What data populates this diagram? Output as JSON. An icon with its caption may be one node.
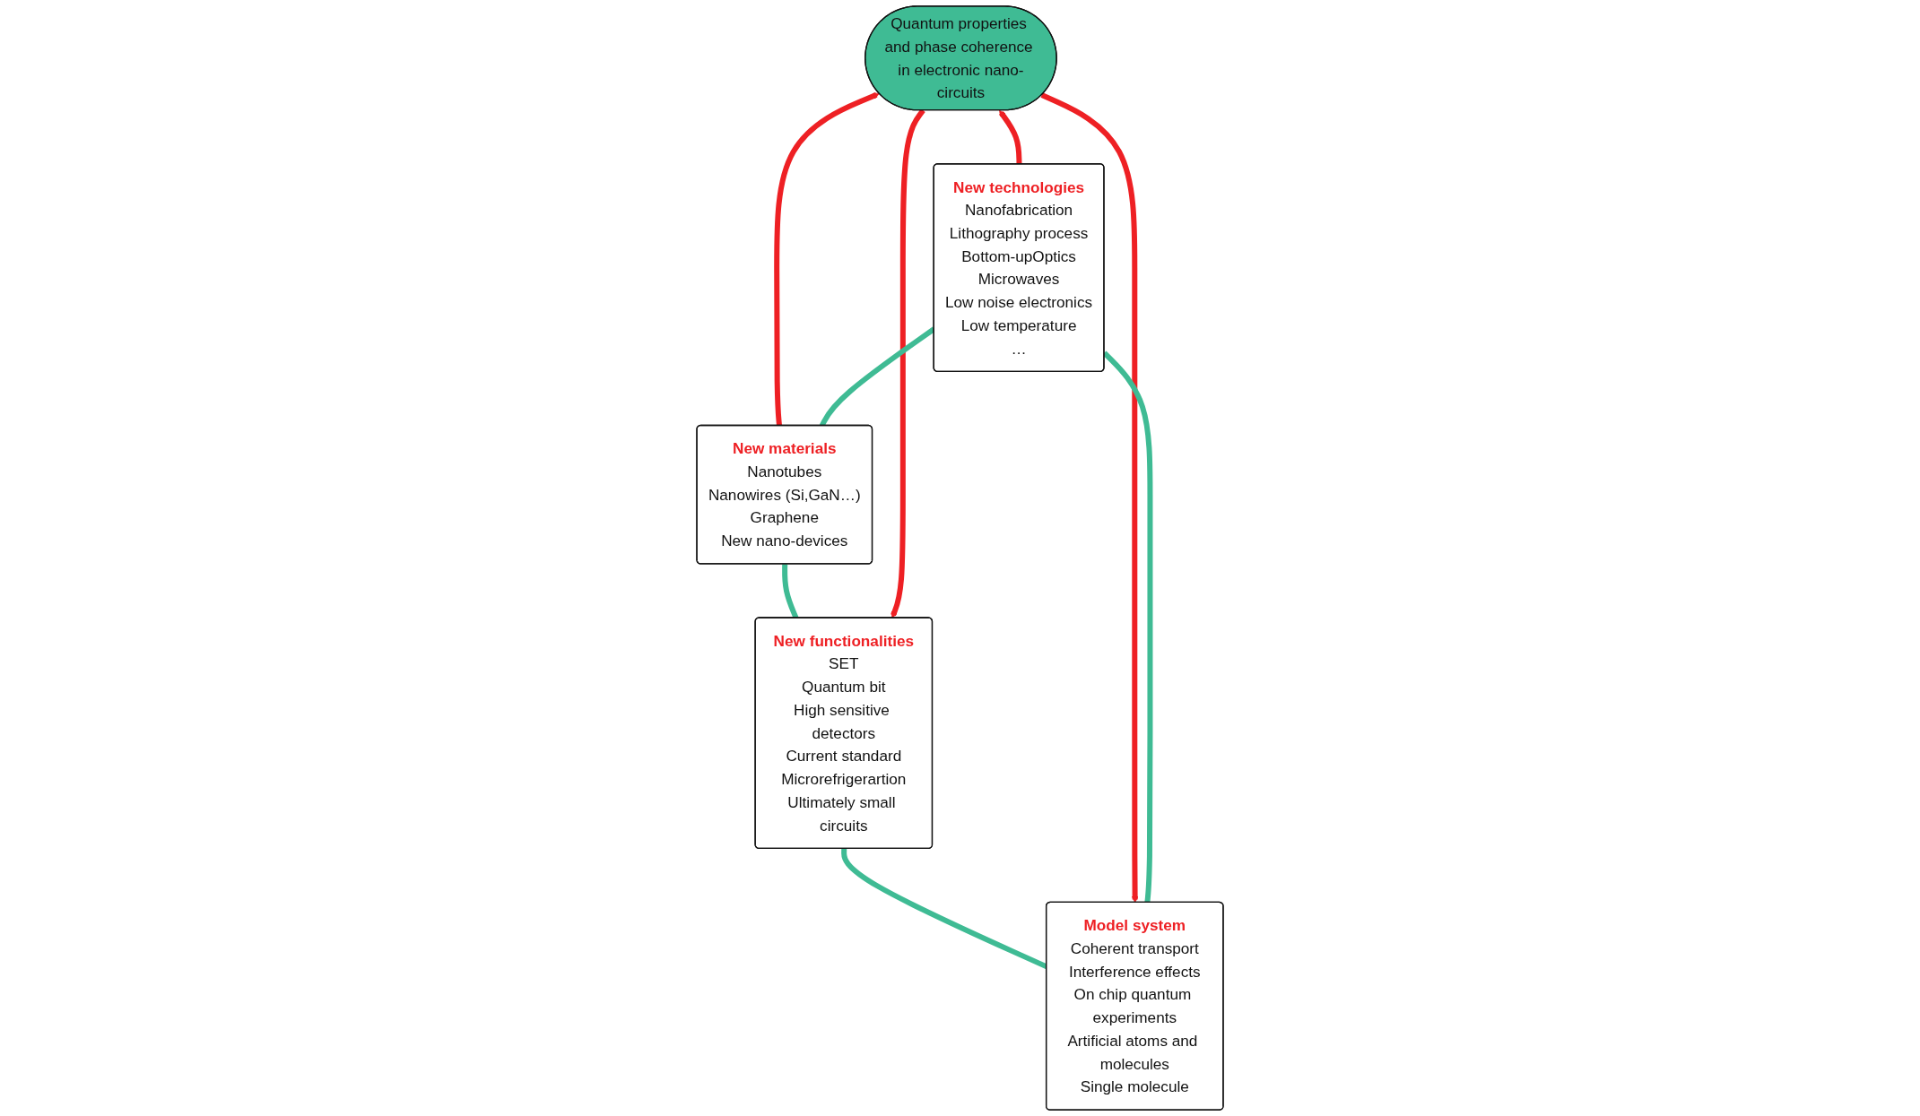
{
  "diagram": {
    "nodes": [
      {
        "text": [
          "Model system",
          "Coherent transport",
          "Interference effects",
          "On chip quantum experiments",
          "Artificial atoms and molecules",
          "Single molecule"
        ]
      },
      {
        "text": [
          "New functionalities",
          "SET",
          "Quantum bit",
          "High sensitive detectors",
          "Current standard",
          "Microrefrigerartion",
          "Ultimately small circuits"
        ]
      },
      {
        "text": [
          "Quantum properties and phase coherence in electronic nano-circuits"
        ]
      },
      {
        "text": [
          "New technologies",
          "Nanofabrication",
          "Lithography process",
          "Bottom-upOptics",
          "Microwaves",
          "Low noise electronics",
          "Low temperature",
          "…"
        ]
      },
      {
        "text": [
          "New materials",
          "Nanotubes",
          "Nanowires (Si,GaN…)",
          "Graphene",
          "New nano-devices"
        ]
      }
    ],
    "edges": [
      {
        "from": 2,
        "to": 0,
        "arrow": "to",
        "color": "#ee2024"
      },
      {
        "from": 2,
        "to": 1,
        "arrow": "to",
        "color": "#ee2024"
      },
      {
        "from": 3,
        "to": 2,
        "arrow": "to",
        "color": "#ee2024"
      },
      {
        "from": 4,
        "to": 2,
        "arrow": "to",
        "color": "#ee2024"
      },
      {
        "from": 0,
        "to": 1,
        "arrow": "none",
        "color": "#3fbb94"
      },
      {
        "from": 1,
        "to": 4,
        "arrow": "none",
        "color": "#3fbb94"
      },
      {
        "from": 4,
        "to": 3,
        "arrow": "none",
        "color": "#3fbb94"
      },
      {
        "from": 3,
        "to": 0,
        "arrow": "none",
        "color": "#3fbb94"
      }
    ]
  }
}
